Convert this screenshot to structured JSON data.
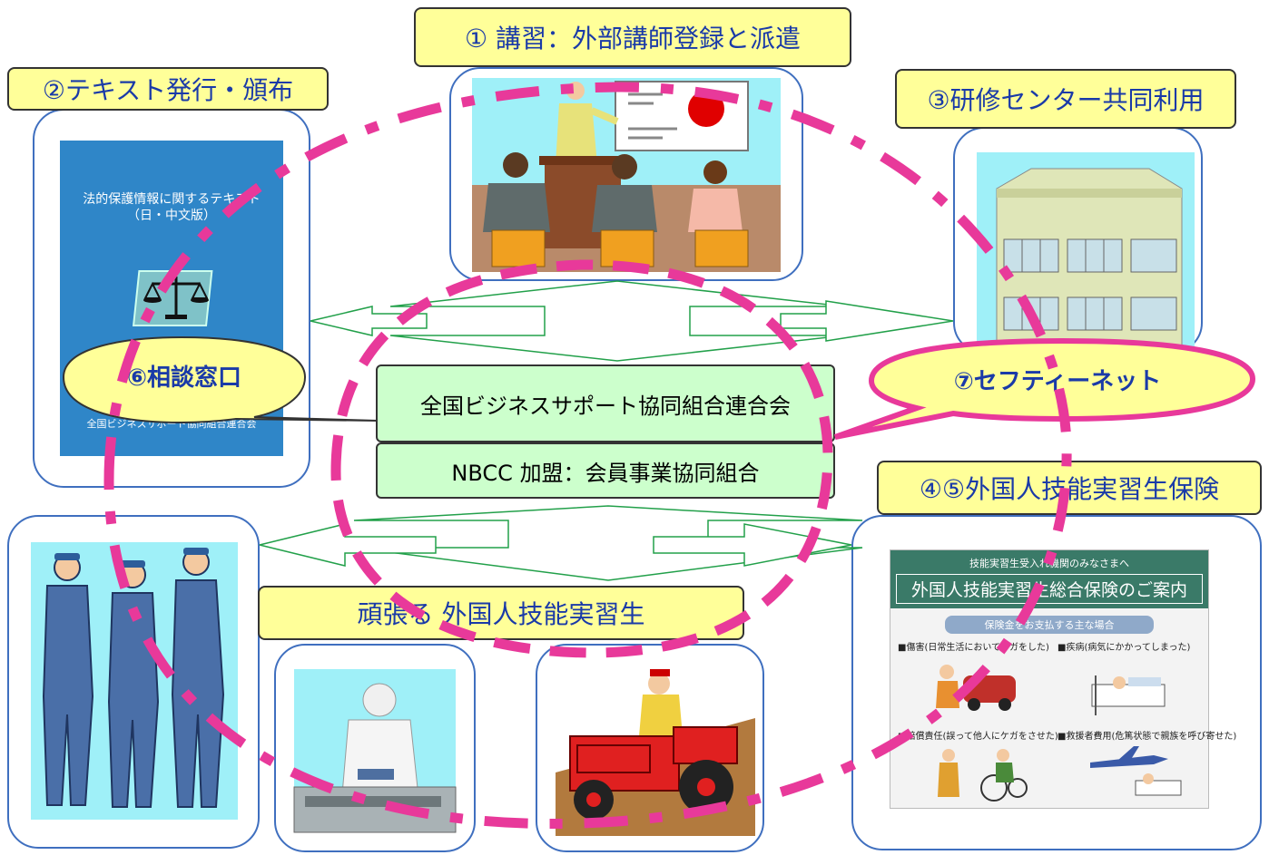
{
  "labels": {
    "lecture": "① 講習：外部講師登録と派遣",
    "text_publish": "②テキスト発行・頒布",
    "training_center": "③研修センター共同利用",
    "insurance": "④⑤外国人技能実習生保険",
    "consultation": "⑥相談窓口",
    "safety_net": "⑦セフティーネット",
    "trainees": "頑張る 外国人技能実習生"
  },
  "center": {
    "federation": "全国ビジネスサポート協同組合連合会",
    "member": "NBCC 加盟：会員事業協同組合"
  },
  "book": {
    "title_line1": "法的保護情報に関するテキスト",
    "title_line2": "（日・中文版）",
    "publisher": "全国ビジネスサポート協同組合連合会"
  },
  "insurance_doc": {
    "header_small": "技能実習生受入れ機関のみなさまへ",
    "header_main": "外国人技能実習生総合保険のご案内",
    "band": "保険金をお支払する主な場合",
    "item1": "■傷害(日常生活においてケガをした)",
    "item2": "■疾病(病気にかかってしまった)",
    "item3": "■賠償責任(誤って他人にケガをさせた)",
    "item4": "■救援者費用(危篤状態で親族を呼び寄せた)"
  },
  "colors": {
    "label_bg": "#ffff99",
    "label_text": "#1a3aa8",
    "center_bg": "#ccffcc",
    "panel_border": "#3f6fbf",
    "dash": "#e8399a",
    "arrow": "#22a04a",
    "sky": "#9ff0f8"
  }
}
